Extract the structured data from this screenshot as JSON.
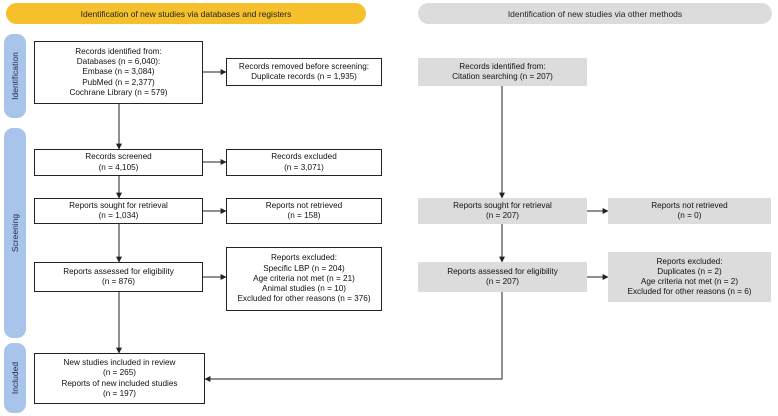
{
  "headers": {
    "left": "Identification of new studies via databases and registers",
    "right": "Identification of new studies via other methods"
  },
  "phases": {
    "identification": "Identification",
    "screening": "Screening",
    "included": "Included"
  },
  "boxes": {
    "records_identified": {
      "lines": [
        "Records identified from:",
        "Databases (n = 6,040):",
        "Embase (n = 3,084)",
        "PubMed (n = 2,377)",
        "Cochrane Library (n = 579)"
      ]
    },
    "records_removed": {
      "lines": [
        "Records removed before screening:",
        "Duplicate records (n = 1,935)"
      ]
    },
    "records_screened": {
      "lines": [
        "Records screened",
        "(n = 4,105)"
      ]
    },
    "records_excluded": {
      "lines": [
        "Records excluded",
        "(n = 3,071)"
      ]
    },
    "reports_sought": {
      "lines": [
        "Reports sought for retrieval",
        "(n = 1,034)"
      ]
    },
    "reports_not_retrieved": {
      "lines": [
        "Reports not retrieved",
        "(n = 158)"
      ]
    },
    "reports_assessed": {
      "lines": [
        "Reports assessed for eligibility",
        "(n = 876)"
      ]
    },
    "reports_excluded": {
      "lines": [
        "Reports excluded:",
        "Specific LBP (n = 204)",
        "Age criteria not met (n = 21)",
        "Animal studies (n = 10)",
        "Excluded for other reasons (n = 376)"
      ]
    },
    "new_studies_included": {
      "lines": [
        "New studies included in review",
        "(n = 265)",
        "Reports of new included studies",
        "(n = 197)"
      ]
    },
    "other_records_identified": {
      "lines": [
        "Records identified from:",
        "Citation searching (n = 207)"
      ]
    },
    "other_reports_sought": {
      "lines": [
        "Reports sought for retrieval",
        "(n = 207)"
      ]
    },
    "other_reports_not_retrieved": {
      "lines": [
        "Reports not retrieved",
        "(n = 0)"
      ]
    },
    "other_reports_assessed": {
      "lines": [
        "Reports assessed for eligibility",
        "(n = 207)"
      ]
    },
    "other_reports_excluded": {
      "lines": [
        "Reports excluded:",
        "Duplicates (n = 2)",
        "Age criteria not met (n = 2)",
        "Excluded for other reasons (n = 6)"
      ]
    }
  }
}
